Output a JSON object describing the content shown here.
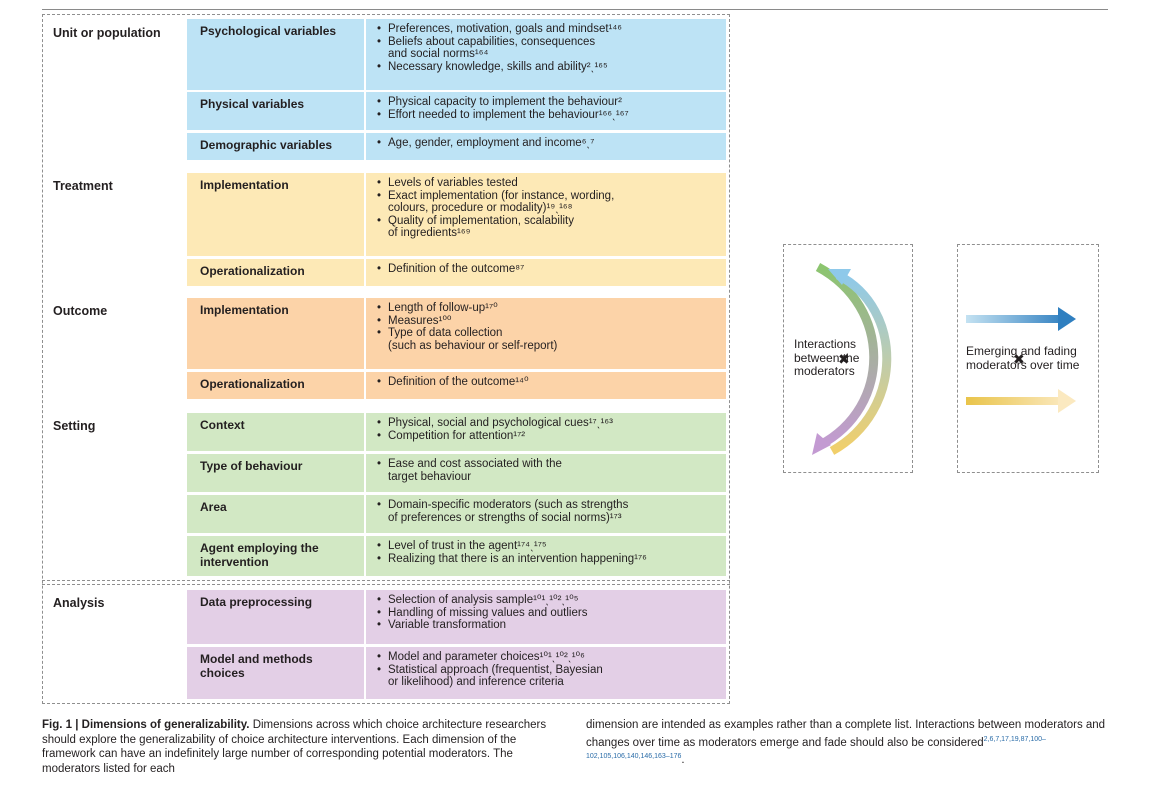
{
  "dimensions": [
    {
      "name": "Unit or population"
    },
    {
      "name": "Treatment"
    },
    {
      "name": "Outcome"
    },
    {
      "name": "Setting"
    },
    {
      "name": "Analysis"
    }
  ],
  "rows": [
    {
      "label": "Psychological variables",
      "items": [
        "Preferences, motivation, goals and mindset¹⁴⁶",
        "Beliefs about capabilities, consequences",
        "and social norms¹⁶⁴",
        "Necessary knowledge, skills and ability²ˎ¹⁶⁵"
      ]
    },
    {
      "label": "Physical variables",
      "items": [
        "Physical capacity to implement the behaviour²",
        "Effort needed to implement the behaviour¹⁶⁶ˎ¹⁶⁷"
      ]
    },
    {
      "label": "Demographic variables",
      "items": [
        "Age, gender, employment and income⁶ˎ⁷"
      ]
    },
    {
      "label": "Implementation",
      "items": [
        "Levels of variables tested",
        "Exact implementation (for instance, wording,",
        "colours, procedure or modality)¹⁹ˎ¹⁶⁸",
        "Quality of implementation, scalability",
        "of ingredients¹⁶⁹"
      ]
    },
    {
      "label": "Operationalization",
      "items": [
        "Definition of the outcome⁸⁷"
      ]
    },
    {
      "label": "Implementation",
      "items": [
        "Length of follow-up¹⁷⁰",
        "Measures¹⁰⁰",
        "Type of data collection",
        "(such as behaviour or self-report)"
      ]
    },
    {
      "label": "Operationalization",
      "items": [
        "Definition of the outcome¹⁴⁰"
      ]
    },
    {
      "label": "Context",
      "items": [
        "Physical, social and psychological cues¹⁷ˎ¹⁶³",
        "Competition for attention¹⁷²"
      ]
    },
    {
      "label": "Type of behaviour",
      "items": [
        "Ease and cost associated with the",
        "target behaviour"
      ]
    },
    {
      "label": "Area",
      "items": [
        "Domain-specific moderators (such as strengths",
        "of preferences or strengths of social norms)¹⁷³"
      ]
    },
    {
      "label": "Agent employing the intervention",
      "items": [
        "Level of trust in the agent¹⁷⁴ˎ¹⁷⁵",
        "Realizing that there is an intervention happening¹⁷⁶"
      ]
    },
    {
      "label": "Data preprocessing",
      "items": [
        "Selection of analysis sample¹⁰¹ˎ¹⁰²ˎ¹⁰⁵",
        "Handling of missing values and outliers",
        "Variable transformation"
      ]
    },
    {
      "label": "Model and methods choices",
      "items": [
        "Model and parameter choices¹⁰¹ˎ¹⁰²ˎ¹⁰⁶",
        "Statistical approach (frequentist, Bayesian",
        "or likelihood) and inference criteria"
      ]
    }
  ],
  "side": {
    "interactions": "Interactions between the moderators",
    "time": "Emerging and fading moderators over time"
  },
  "caption": {
    "lead": "Fig. 1 | Dimensions of generalizability.",
    "body": " Dimensions across which choice architecture researchers should explore the generalizability of choice architecture interventions. Each dimension of the framework can have an indefinitely large number of corresponding potential moderators. The moderators listed for each",
    "right": "dimension are intended as examples rather than a complete list. Interactions between moderators and changes over time as moderators emerge and fade should also be considered",
    "right_refs": "2,6,7,17,19,87,100–102,105,106,140,146,163–176",
    "right_end": "."
  },
  "colors": {
    "blue": "#bde3f5",
    "yellow": "#fde9b6",
    "orange": "#fcd3a8",
    "green": "#d2e8c4",
    "purple": "#e3cfe6"
  }
}
